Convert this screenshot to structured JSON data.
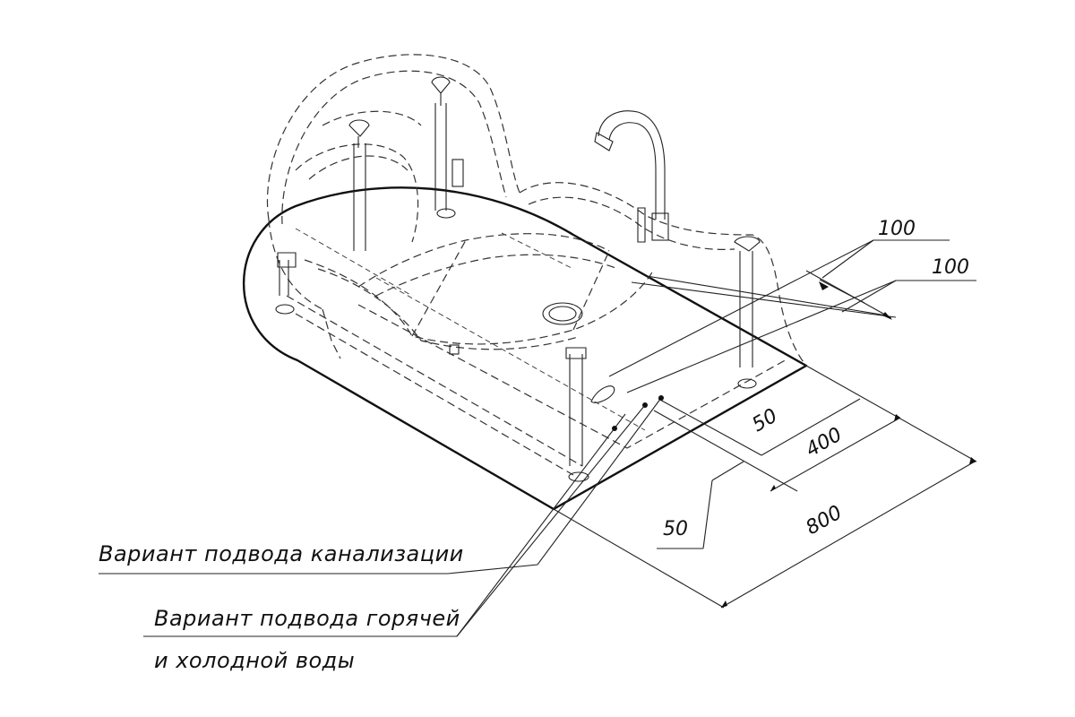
{
  "dimensions": {
    "d100_a": "100",
    "d100_b": "100",
    "d50_right": "50",
    "d400": "400",
    "d800": "800",
    "d50_bottom": "50"
  },
  "labels": {
    "drain": "Вариант подвода канализации",
    "water_line1": "Вариант подвода горячей",
    "water_line2": "и холодной воды"
  }
}
